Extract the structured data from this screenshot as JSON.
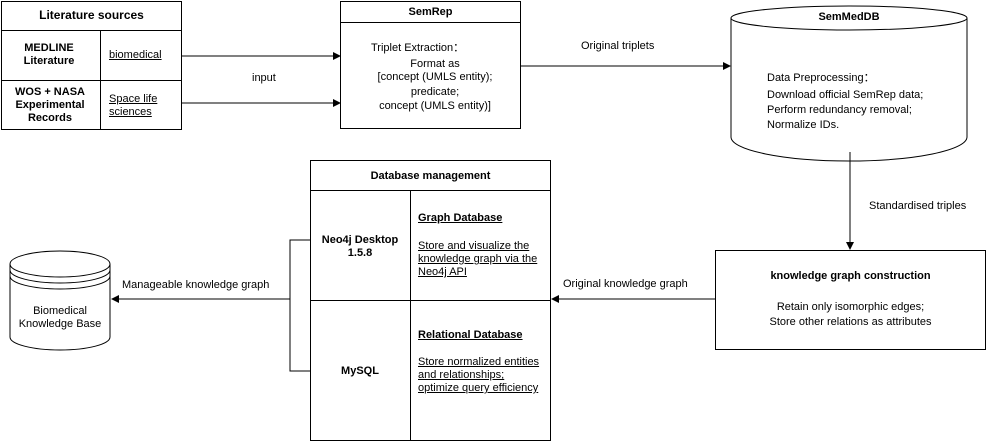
{
  "sources": {
    "header": "Literature sources",
    "row1_name": "MEDLINE Literature",
    "row1_field": "biomedical",
    "row2_name": "WOS + NASA Experimental Records",
    "row2_field": "Space life sciences"
  },
  "semrep": {
    "title": "SemRep",
    "line1": "Triplet Extraction：",
    "line2": "Format as",
    "line3": "[concept (UMLS entity);",
    "line4": "predicate;",
    "line5": "concept (UMLS entity)]"
  },
  "semmeddb": {
    "title": "SemMedDB",
    "line1": "Data Preprocessing：",
    "line2": "Download official SemRep data;",
    "line3": "Perform redundancy removal;",
    "line4": "Normalize IDs."
  },
  "kg_construction": {
    "title": "knowledge graph construction",
    "line1": "Retain only isomorphic edges;",
    "line2": "Store other relations as attributes"
  },
  "db_management": {
    "header": "Database management",
    "neo4j_name": "Neo4j Desktop 1.5.8",
    "neo4j_title": "Graph Database",
    "neo4j_desc": "Store and visualize the knowledge graph via the Neo4j API",
    "mysql_name": "MySQL",
    "mysql_title": "Relational Database",
    "mysql_desc": "Store normalized entities and relationships; optimize query efficiency"
  },
  "knowledge_base": {
    "label": "Biomedical Knowledge Base"
  },
  "edges": {
    "input": "input",
    "original_triplets": "Original triplets",
    "standardised_triples": "Standardised triples",
    "original_kg": "Original knowledge graph",
    "manageable_kg": "Manageable knowledge graph"
  }
}
